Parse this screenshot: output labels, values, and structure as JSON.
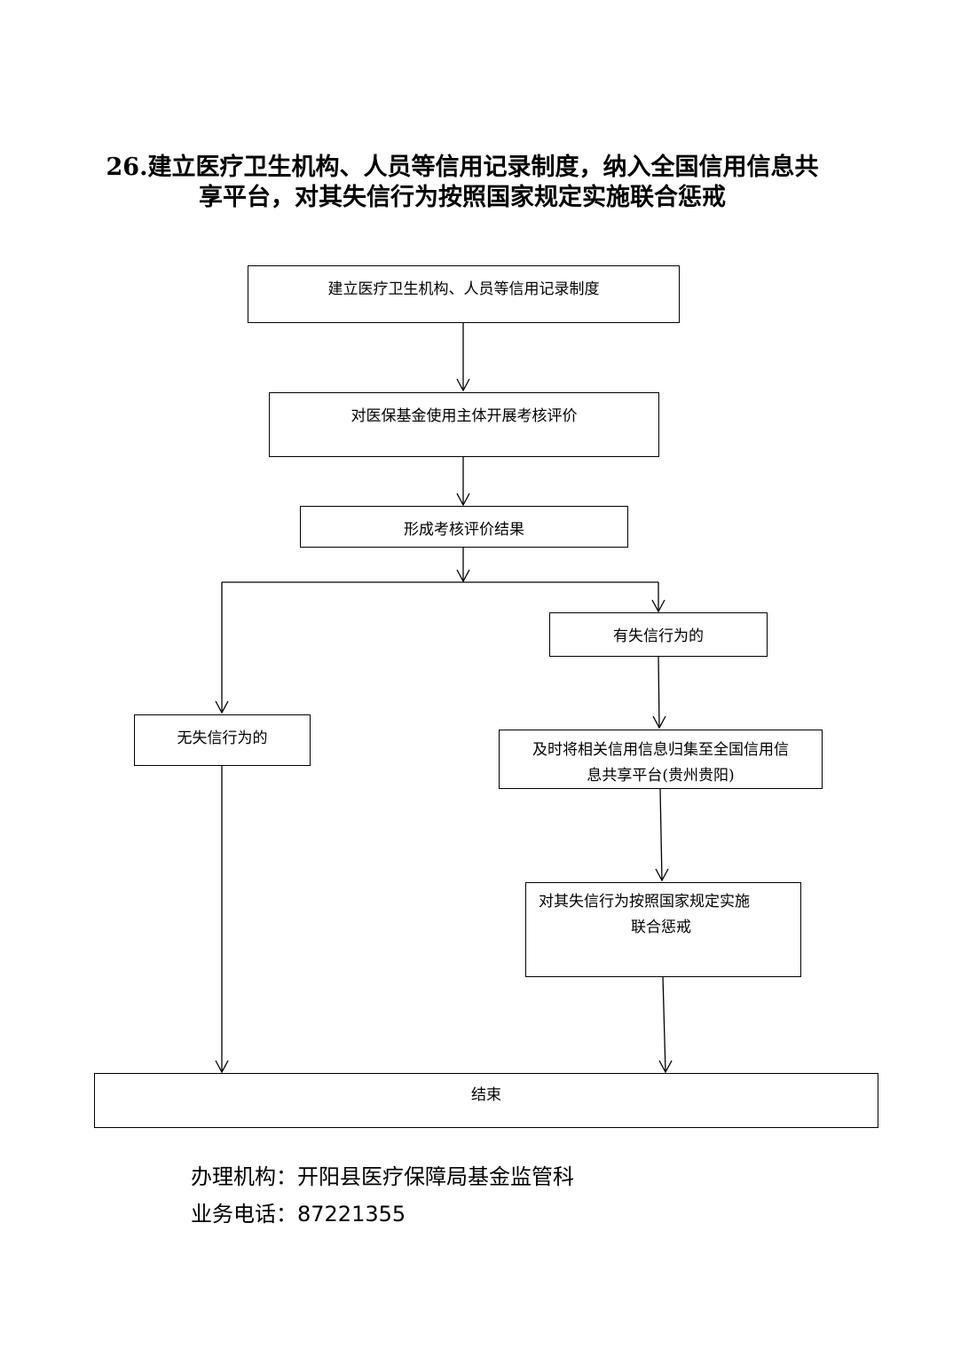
{
  "title": {
    "line1": "26.建立医疗卫生机构、人员等信用记录制度，纳入全国信用信息共",
    "line2": "享平台，对其失信行为按照国家规定实施联合惩戒"
  },
  "flow": {
    "step1": "建立医疗卫生机构、人员等信用记录制度",
    "step2": "对医保基金使用主体开展考核评价",
    "step3": "形成考核评价结果",
    "branch_yes": "有失信行为的",
    "branch_no": "无失信行为的",
    "collect_line1": "及时将相关信用信息归集至全国信用信",
    "collect_line2": "息共享平台(贵州贵阳)",
    "punish_line1": "对其失信行为按照国家规定实施",
    "punish_line2": "联合惩戒",
    "end": "结束"
  },
  "footer": {
    "agency": "办理机构：开阳县医疗保障局基金监管科",
    "phone": "业务电话：87221355"
  }
}
